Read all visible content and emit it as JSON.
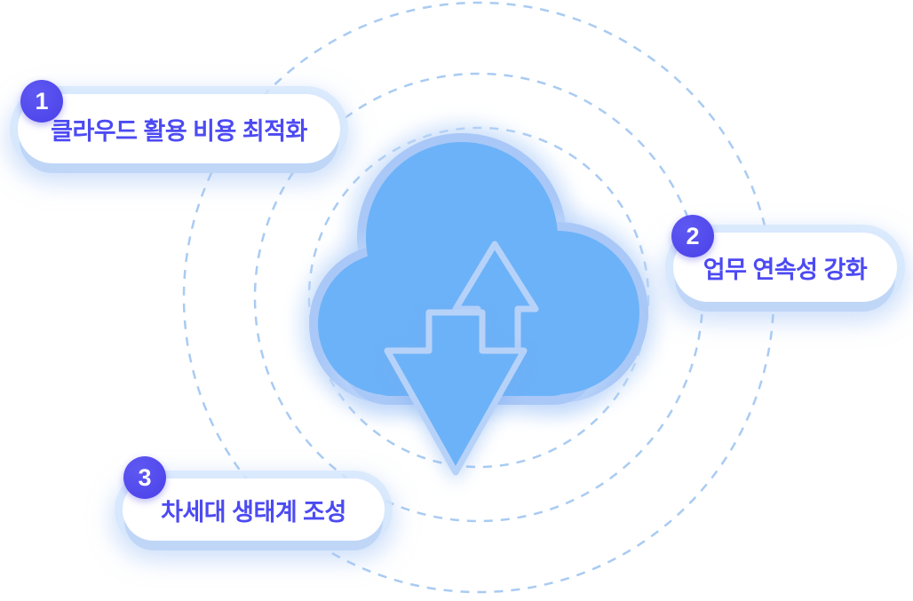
{
  "icon": {
    "name": "cloud-with-up-down-arrows",
    "style": "3d-blue-cloud-sync"
  },
  "callouts": [
    {
      "number": "1",
      "label": "클라우드 활용 비용 최적화"
    },
    {
      "number": "2",
      "label": "업무 연속성 강화"
    },
    {
      "number": "3",
      "label": "차세대 생태계 조성"
    }
  ],
  "colors": {
    "accent-text": "#4C4AF2",
    "badge": "#4B41E8",
    "ring": "#A9CBF2",
    "cloud-fill": "#6CB2F8",
    "cloud-rim": "#A9C8F7",
    "arrow-stroke": "#B7D2F9",
    "bubble-lip": "#BFD6F7"
  }
}
